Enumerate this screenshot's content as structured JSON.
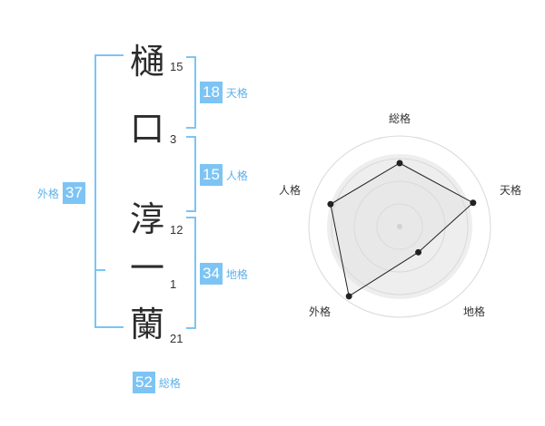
{
  "name": {
    "chars": [
      {
        "char": "樋",
        "strokes": "15"
      },
      {
        "char": "口",
        "strokes": "3"
      },
      {
        "char": "淳",
        "strokes": "12"
      },
      {
        "char": "一",
        "strokes": "1"
      },
      {
        "char": "蘭",
        "strokes": "21"
      }
    ]
  },
  "fortune": {
    "tenkaku": {
      "value": "18",
      "label": "天格"
    },
    "jinkaku": {
      "value": "15",
      "label": "人格"
    },
    "chikaku": {
      "value": "34",
      "label": "地格"
    },
    "gaikaku": {
      "value": "37",
      "label": "外格"
    },
    "soukaku": {
      "value": "52",
      "label": "総格"
    }
  },
  "colors": {
    "accent": "#7dc4f4",
    "label": "#5fb1ea",
    "ring": "#d9d9d9",
    "fill": "#eeeeee",
    "line": "#222222"
  },
  "chart_data": {
    "type": "radar",
    "axes": [
      "総格",
      "天格",
      "地格",
      "外格",
      "人格"
    ],
    "values": [
      0.7,
      0.85,
      0.35,
      0.95,
      0.8
    ],
    "max": 1,
    "rings": 4
  }
}
